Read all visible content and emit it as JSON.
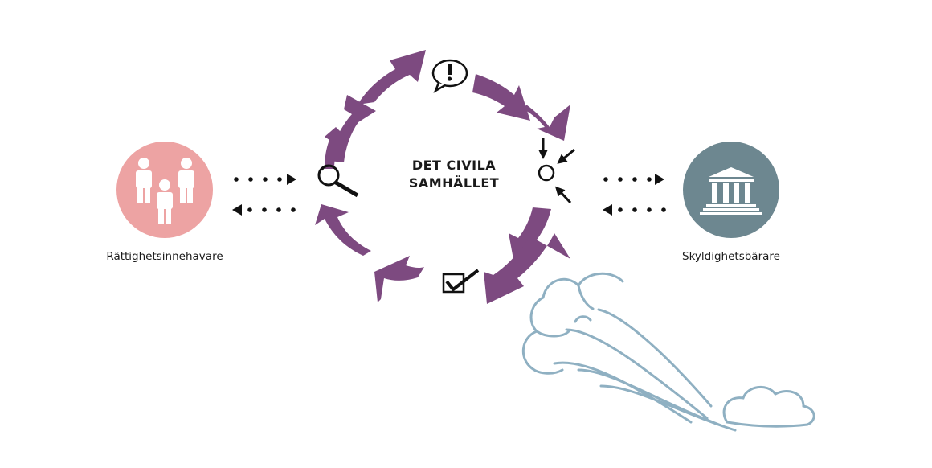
{
  "center": {
    "line1": "DET CIVILA",
    "line2": "SAMHÄLLET"
  },
  "left": {
    "label": "Rättighetsinnehavare",
    "circle_color": "#eda3a3",
    "icon": "people-icon"
  },
  "right": {
    "label": "Skyldighetsbärare",
    "circle_color": "#6d8790",
    "icon": "institution-building-icon"
  },
  "cycle": {
    "arrow_color": "#7d4a80",
    "icons": [
      "speech-bubble-exclamation-icon",
      "inward-arrows-target-icon",
      "checkbox-check-icon",
      "magnifier-icon"
    ]
  },
  "wind": {
    "color": "#8fb0c2",
    "icon": "wind-cloud-icon"
  }
}
